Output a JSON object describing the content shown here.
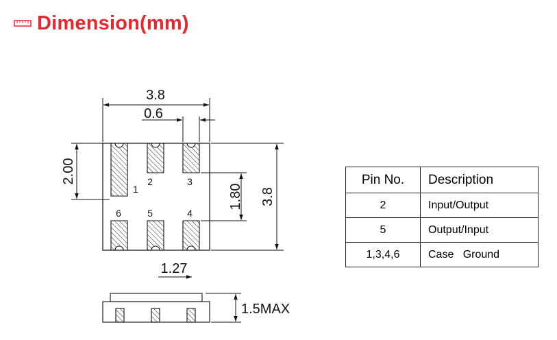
{
  "header": {
    "title": "Dimension(mm)",
    "icon": "ruler-icon",
    "title_color": "#e8262d"
  },
  "dimensions": {
    "body_width": "3.8",
    "pad_width": "0.6",
    "pad_height": "2.00",
    "pad_gap": "1.80",
    "body_height": "3.8",
    "pitch": "1.27",
    "max_height": "1.5MAX"
  },
  "pins": {
    "top": [
      "1",
      "2",
      "3"
    ],
    "bottom": [
      "6",
      "5",
      "4"
    ]
  },
  "pin_table": {
    "headers": [
      "Pin No.",
      "Description"
    ],
    "rows": [
      [
        "2",
        "Input/Output"
      ],
      [
        "5",
        "Output/Input"
      ],
      [
        "1,3,4,6",
        "Case   Ground"
      ]
    ]
  }
}
